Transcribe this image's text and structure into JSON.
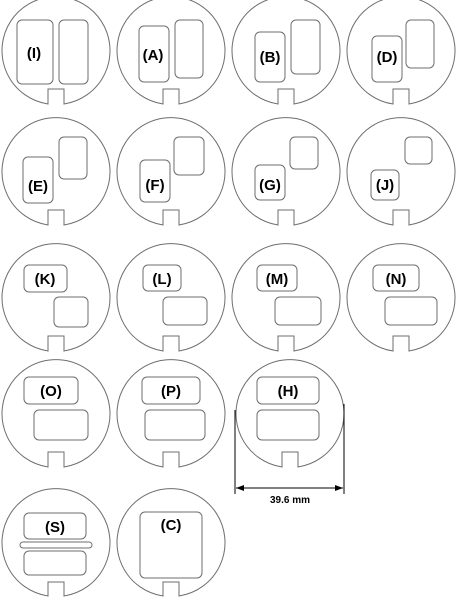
{
  "diagram": {
    "labels": [
      "(I)",
      "(A)",
      "(B)",
      "(D)",
      "(E)",
      "(F)",
      "(G)",
      "(J)",
      "(K)",
      "(L)",
      "(M)",
      "(N)",
      "(O)",
      "(P)",
      "(H)",
      "(S)",
      "(C)"
    ],
    "dimension": "39.6 mm"
  }
}
